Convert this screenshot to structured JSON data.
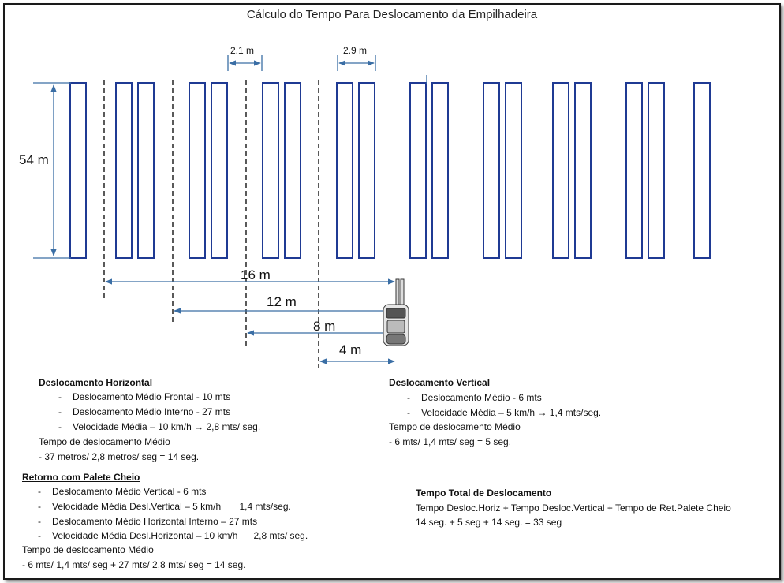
{
  "title": "Cálculo do Tempo Para Deslocamento da Empilhadeira",
  "dimensions": {
    "height": "54 m",
    "gap_small": "2.1 m",
    "gap_large": "2.9 m",
    "d16": "16 m",
    "d12": "12 m",
    "d8": "8 m",
    "d4": "4 m"
  },
  "horizontal": {
    "heading": "Deslocamento Horizontal",
    "item1": "Deslocamento Médio  Frontal - 10 mts",
    "item2": "Deslocamento Médio Interno - 27 mts",
    "item3": "Velocidade Média – 10 km/h",
    "item3_result": "2,8 mts/ seg.",
    "tempo_label": "Tempo de deslocamento  Médio",
    "tempo_calc": "- 37 metros/ 2,8 metros/ seg =  14 seg."
  },
  "vertical": {
    "heading": "Deslocamento Vertical",
    "item1": "Deslocamento Médio  - 6 mts",
    "item2": "Velocidade Média – 5 km/h",
    "item2_result": "1,4 mts/seg.",
    "tempo_label": "Tempo de deslocamento  Médio",
    "tempo_calc": "- 6 mts/ 1,4 mts/ seg =  5 seg."
  },
  "retorno": {
    "heading": "Retorno com Palete Cheio",
    "item1": "Deslocamento Médio  Vertical - 6 mts",
    "item2": "Velocidade Média Desl.Vertical – 5 km/h",
    "item2_result": "1,4 mts/seg.",
    "item3": "Deslocamento Médio Horizontal  Interno – 27 mts",
    "item4": "Velocidade Média Desl.Horizontal – 10 km/h",
    "item4_result": "2,8 mts/ seg.",
    "tempo_label": "Tempo de deslocamento  Médio",
    "tempo_calc": "- 6 mts/ 1,4 mts/ seg + 27 mts/ 2,8 mts/ seg =  14 seg."
  },
  "total": {
    "heading": "Tempo Total de Deslocamento",
    "formula": "Tempo Desloc.Horiz + Tempo Desloc.Vertical + Tempo de Ret.Palete Cheio",
    "result": "14 seg. + 5 seg + 14 seg. = 33 seg"
  },
  "colors": {
    "rack": "#1f3a93",
    "dimension": "#3a6ea5",
    "aisle": "#000000",
    "spellcheck": "#dd2222"
  }
}
